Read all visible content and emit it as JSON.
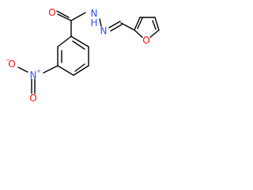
{
  "molecule": {
    "atoms": {
      "carbonyl_O": {
        "label": "O",
        "color": "#ff0d0d"
      },
      "hydrazide_NH": {
        "label": "N",
        "sublabel": "H",
        "color": "#3050f8"
      },
      "imine_N": {
        "label": "N",
        "color": "#3050f8"
      },
      "furan_O": {
        "label": "O",
        "color": "#ff0d0d"
      },
      "nitro_N": {
        "label": "N",
        "charge": "+",
        "color": "#3050f8"
      },
      "nitro_O_double": {
        "label": "O",
        "color": "#ff0d0d"
      },
      "nitro_O_minus": {
        "label": "O",
        "charge": "−",
        "color": "#ff0d0d"
      }
    }
  }
}
